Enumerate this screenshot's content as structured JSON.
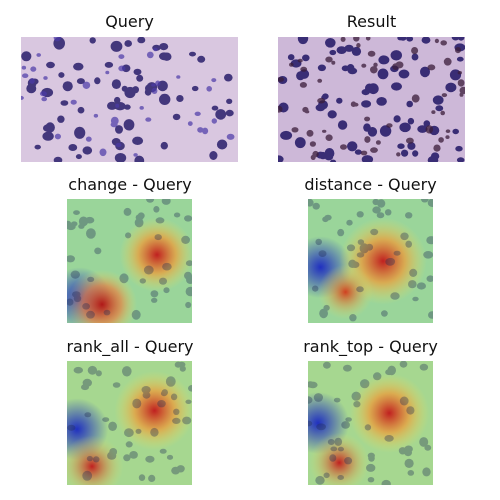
{
  "figure": {
    "panels": [
      {
        "id": "query",
        "title": "Query",
        "kind": "cells"
      },
      {
        "id": "result",
        "title": "Result",
        "kind": "cells"
      },
      {
        "id": "change-query",
        "title": "change - Query",
        "kind": "heatmap"
      },
      {
        "id": "distance-query",
        "title": "distance - Query",
        "kind": "heatmap"
      },
      {
        "id": "rank-all-query",
        "title": "rank_all - Query",
        "kind": "heatmap"
      },
      {
        "id": "rank-top-query",
        "title": "rank_top - Query",
        "kind": "heatmap"
      }
    ],
    "colors": {
      "stain_background": "#d9c7e0",
      "nucleus_dark": "#2a1f6b",
      "nucleus_mid": "#4b3aa8",
      "heatmap_cold": "#3040c0",
      "heatmap_mid": "#60d0b0",
      "heatmap_warm": "#e8e060",
      "heatmap_hot": "#c02020"
    }
  }
}
